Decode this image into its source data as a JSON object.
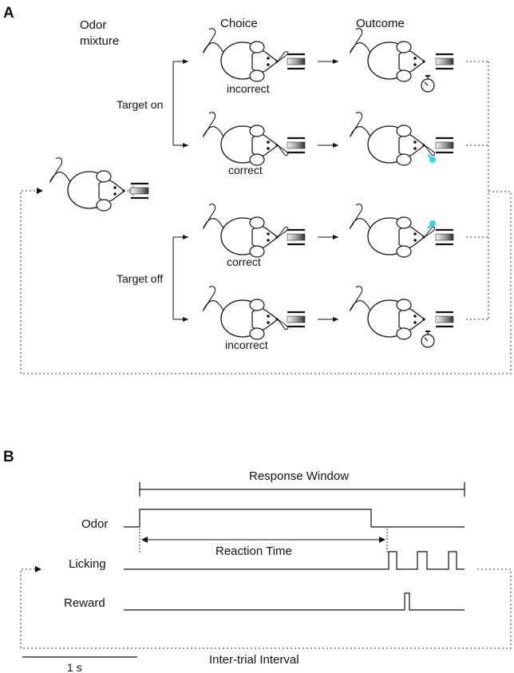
{
  "panel_a": {
    "letter": "A",
    "headers": {
      "odor_line1": "Odor",
      "odor_line2": "mixture",
      "choice": "Choice",
      "outcome": "Outcome"
    },
    "branches": {
      "target_on": "Target on",
      "target_off": "Target off"
    },
    "choice_labels": [
      "incorrect",
      "correct",
      "correct",
      "incorrect"
    ],
    "rows": [
      {
        "choice": "incorrect",
        "outcome": "timeout"
      },
      {
        "choice": "correct",
        "outcome": "reward"
      },
      {
        "choice": "correct",
        "outcome": "reward"
      },
      {
        "choice": "incorrect",
        "outcome": "timeout"
      }
    ],
    "icons": {
      "timeout": "stopwatch-icon",
      "reward": "water-drop-icon"
    },
    "colors": {
      "reward_drop": "#2fd8e6",
      "odor_puff": "#bbbbbb"
    }
  },
  "panel_b": {
    "letter": "B",
    "labels": {
      "response_window": "Response Window",
      "odor": "Odor",
      "reaction_time": "Reaction Time",
      "licking": "Licking",
      "reward": "Reward",
      "inter_trial_interval": "Inter-trial Interval",
      "scale_bar": "1 s"
    }
  }
}
